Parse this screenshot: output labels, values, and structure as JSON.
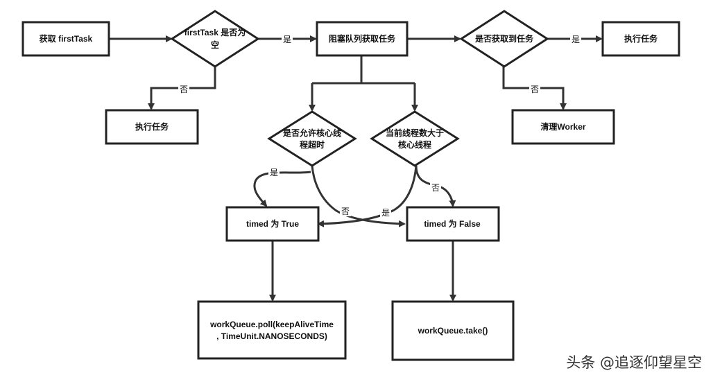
{
  "nodes": {
    "get_first_task": "获取 firstTask",
    "first_task_null_1": "firstTask 是否为",
    "first_task_null_2": "空",
    "blocking_queue": "阻塞队列获取任务",
    "got_task": "是否获取到任务",
    "exec_task_right": "执行任务",
    "exec_task_left": "执行任务",
    "clean_worker": "清理Worker",
    "allow_core_timeout_1": "是否允许核心线",
    "allow_core_timeout_2": "程超时",
    "threads_gt_core_1": "当前线程数大于",
    "threads_gt_core_2": "核心线程",
    "timed_true": "timed 为 True",
    "timed_false": "timed 为 False",
    "poll_1": "workQueue.poll(keepAliveTime",
    "poll_2": ", TimeUnit.NANOSECONDS)",
    "take": "workQueue.take()"
  },
  "edges": {
    "yes_1": "是",
    "yes_2": "是",
    "no_1": "否",
    "no_2": "否",
    "yes_3": "是",
    "no_3": "否",
    "yes_4": "是",
    "no_4": "否"
  },
  "watermark": "头条 @追逐仰望星空",
  "colors": {
    "stroke": "#222222",
    "edge": "#333333",
    "background": "#ffffff"
  }
}
